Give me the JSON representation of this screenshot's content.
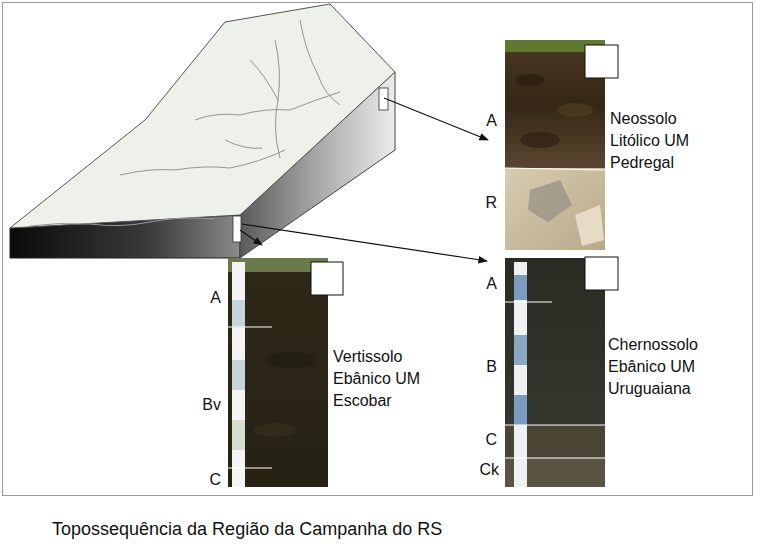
{
  "diagram": {
    "caption": "Topossequência da Região da Campanha do RS",
    "nodes": [
      {
        "text": [
          "Neossolo Litólico UM Pedregal"
        ]
      },
      {
        "text": [
          "Vertissolo Ebânico UM Escobar"
        ]
      },
      {
        "text": [
          "Chernossolo Ebânico UM Uruguaiana"
        ]
      }
    ],
    "labels": [
      "A",
      "R",
      "A",
      "Bv",
      "C",
      "A",
      "B",
      "C",
      "Ck"
    ]
  }
}
